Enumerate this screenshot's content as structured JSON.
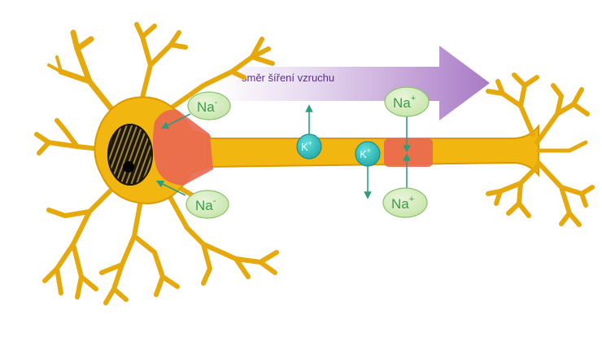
{
  "arrow_label": "směr šíření vzruchu",
  "ions": {
    "na_left_top": {
      "base": "Na",
      "sup": "-"
    },
    "na_left_bottom": {
      "base": "Na",
      "sup": "-"
    },
    "k_upper": {
      "base": "K",
      "sup": "+"
    },
    "k_lower": {
      "base": "K",
      "sup": "+"
    },
    "na_right_top": {
      "base": "Na",
      "sup": "+"
    },
    "na_right_bottom": {
      "base": "Na",
      "sup": "+"
    }
  },
  "colors": {
    "neuron": "#f2b611",
    "neuron_outline": "#d89a00",
    "depolarized": "#e9694f",
    "nucleus": "#1c1710",
    "nucleus_stripe": "#a3862d",
    "na_fill": "#d4ecbe",
    "na_stroke": "#8cc06b",
    "na_text": "#3e9a49",
    "k_fill": "#35c3c0",
    "k_stroke": "#1d8f8e",
    "k_text": "#f4ffff",
    "ion_arrow": "#2e9e7a",
    "direction_arrow_start": "#ffffff",
    "direction_arrow_end": "#a97ac6",
    "label_text": "#5b2d8e"
  }
}
